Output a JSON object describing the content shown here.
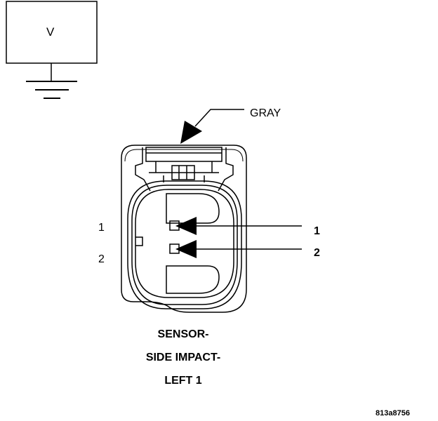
{
  "legend": {
    "box_label": "V"
  },
  "connector": {
    "color_label": "GRAY",
    "cavity_labels_left": [
      "1",
      "2"
    ],
    "pin_labels_right": [
      "1",
      "2"
    ]
  },
  "caption": {
    "line1": "SENSOR-",
    "line2": "SIDE IMPACT-",
    "line3": "LEFT 1"
  },
  "figure_id": "813a8756",
  "colors": {
    "ink": "#000000",
    "background": "#ffffff"
  }
}
